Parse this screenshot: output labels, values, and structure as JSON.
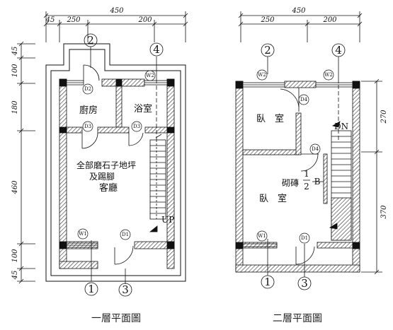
{
  "plans": [
    {
      "caption": "一層平面圖",
      "dims_top": {
        "total": "450",
        "left": "45",
        "mid": "250",
        "right": "200"
      },
      "dims_side": [
        "45",
        "100",
        "180",
        "460",
        "100",
        "45"
      ],
      "rooms": {
        "kitchen": "廚房",
        "bath": "浴室",
        "living": "客廳"
      },
      "floor_note": [
        "全部磨石子地坪",
        "及踢腳"
      ],
      "tags": {
        "w1": "W1",
        "w2": "W2",
        "d1": "D1",
        "d2": "D2",
        "d3a": "D3",
        "d3b": "D3"
      },
      "axes": {
        "a1": "1",
        "a2": "2",
        "a3": "3",
        "a4": "4"
      },
      "stair_label": "UP"
    },
    {
      "caption": "二層平面圖",
      "dims_top": {
        "total": "450",
        "left": "250",
        "right": "200"
      },
      "dims_side": [
        "270",
        "370"
      ],
      "rooms": {
        "bed1": "臥　室",
        "bed2": "臥　室"
      },
      "wall_note": "砌磚",
      "fraction": {
        "num": "1",
        "den": "2",
        "suffix": "B"
      },
      "tags": {
        "w1": "W1",
        "w2a": "W2",
        "w2b": "W2",
        "d1": "D1",
        "d4a": "D4",
        "d4b": "D4"
      },
      "axes": {
        "a1": "1",
        "a2": "2",
        "a3": "3",
        "a4": "4"
      },
      "stair_label": "DN"
    }
  ]
}
